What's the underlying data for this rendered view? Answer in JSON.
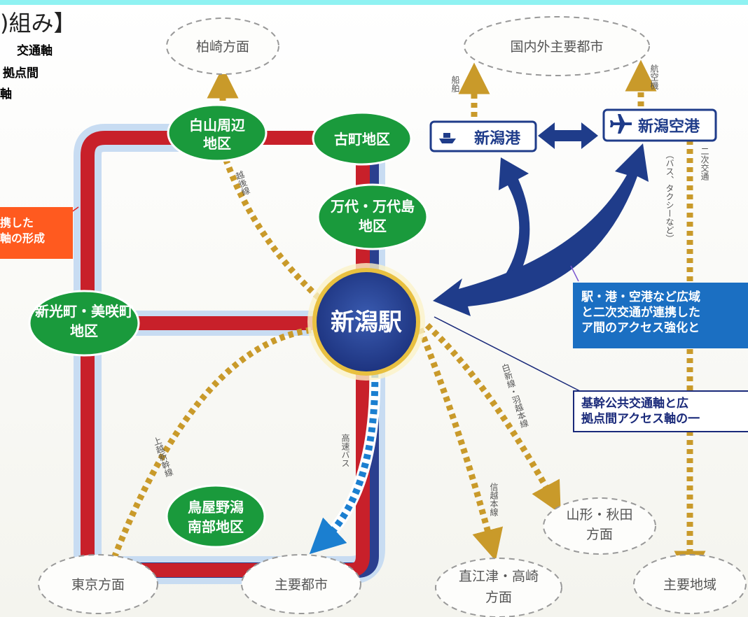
{
  "heading": {
    "fragment": ")組み】"
  },
  "legend": {
    "line1": "交通軸",
    "line2": "拠点間",
    "line3": "軸"
  },
  "destinations": {
    "kashiwazaki": "柏崎方面",
    "domestic_intl": "国内外主要都市",
    "tokyo": "東京方面",
    "major_cities": "主要都市",
    "naoetsu_line1": "直江津・高崎",
    "naoetsu_line2": "方面",
    "yamagata_line1": "山形・秋田",
    "yamagata_line2": "方面",
    "major_regions": "主要地域"
  },
  "districts": {
    "hakusan_line1": "白山周辺",
    "hakusan_line2": "地区",
    "furumachi": "古町地区",
    "bandai_line1": "万代・万代島",
    "bandai_line2": "地区",
    "shinko_line1": "新光町・美咲町",
    "shinko_line2": "地区",
    "toriyano_line1": "鳥屋野潟",
    "toriyano_line2": "南部地区"
  },
  "station": "新潟駅",
  "port": "新潟港",
  "airport": "新潟空港",
  "line_labels": {
    "ship": "船舶",
    "aircraft": "航空機",
    "secondary": "二次交通",
    "bus_taxi": "（バス、タクシーなど）",
    "echigo": "越後線",
    "joetsu": "上越新幹線",
    "highway_bus": "高速バス",
    "shinetsu": "信越本線",
    "hakushin": "白新線・羽越本線"
  },
  "callouts": {
    "left_line1": "携した",
    "left_line2": "軸の形成",
    "right1_line1": "駅・港・空港など広域",
    "right1_line2": "と二次交通が連携した",
    "right1_line3": "ア間のアクセス強化と",
    "right2_line1": "基幹公共交通軸と広",
    "right2_line2": "拠点間アクセス軸の一"
  },
  "colors": {
    "loop_red": "#c8202a",
    "loop_blue": "#2a3f8f",
    "district_green": "#1a9a3c",
    "dotted_gold": "#c99a2a",
    "arrow_navy": "#1f3c8a",
    "callout_orange": "#ff5a1f",
    "callout_blue": "#1b6fc2",
    "header_bar": "#8ff2f2"
  },
  "icons": {
    "ship": "ship-icon",
    "airplane": "airplane-icon"
  }
}
